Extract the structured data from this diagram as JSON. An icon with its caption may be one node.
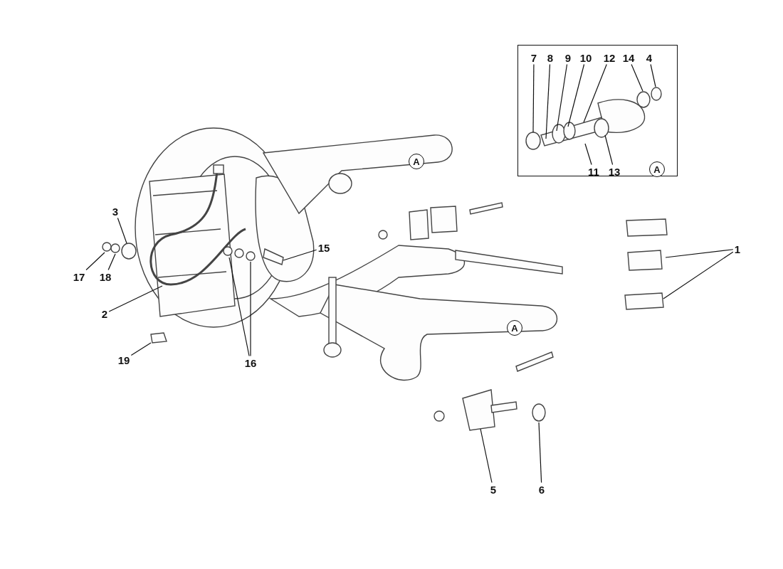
{
  "diagram": {
    "nodes": [
      {
        "text": [],
        "shape": "box"
      },
      {
        "text": [
          "7"
        ],
        "in": 0
      },
      {
        "text": [
          "8"
        ],
        "in": 0
      },
      {
        "text": [
          "9"
        ],
        "in": 0
      },
      {
        "text": [
          "10"
        ],
        "in": 0
      },
      {
        "text": [
          "12"
        ],
        "in": 0
      },
      {
        "text": [
          "14"
        ],
        "in": 0
      },
      {
        "text": [
          "4"
        ],
        "in": 0
      },
      {
        "text": [
          "11"
        ],
        "in": 0
      },
      {
        "text": [
          "13"
        ],
        "in": 0
      },
      {
        "text": [
          "A"
        ],
        "in": 0
      },
      {
        "text": [
          "A"
        ]
      },
      {
        "text": [
          "3"
        ]
      },
      {
        "text": [
          "15"
        ]
      },
      {
        "text": [
          "1"
        ]
      },
      {
        "text": [
          "17"
        ]
      },
      {
        "text": [
          "18"
        ]
      },
      {
        "text": [
          "2"
        ]
      },
      {
        "text": [
          "A"
        ]
      },
      {
        "text": [
          "19"
        ]
      },
      {
        "text": [
          "16"
        ]
      },
      {
        "text": [
          "5"
        ]
      },
      {
        "text": [
          "6"
        ]
      }
    ],
    "edges": [
      {
        "from": 1,
        "to": null,
        "arrow": "none"
      },
      {
        "from": 2,
        "to": null,
        "arrow": "none"
      },
      {
        "from": 3,
        "to": null,
        "arrow": "none"
      },
      {
        "from": 4,
        "to": null,
        "arrow": "none"
      },
      {
        "from": 5,
        "to": null,
        "arrow": "none"
      },
      {
        "from": 6,
        "to": null,
        "arrow": "none"
      },
      {
        "from": 7,
        "to": null,
        "arrow": "none"
      },
      {
        "from": 8,
        "to": null,
        "arrow": "none"
      },
      {
        "from": 9,
        "to": null,
        "arrow": "none"
      },
      {
        "from": 12,
        "to": null,
        "arrow": "none"
      },
      {
        "from": 13,
        "to": null,
        "arrow": "none"
      },
      {
        "from": 14,
        "to": null,
        "arrow": "none"
      },
      {
        "from": 14,
        "to": null,
        "arrow": "none"
      },
      {
        "from": 15,
        "to": null,
        "arrow": "none"
      },
      {
        "from": 16,
        "to": null,
        "arrow": "none"
      },
      {
        "from": 17,
        "to": null,
        "arrow": "none"
      },
      {
        "from": 19,
        "to": null,
        "arrow": "none"
      },
      {
        "from": 20,
        "to": null,
        "arrow": "none"
      },
      {
        "from": 20,
        "to": null,
        "arrow": "none"
      },
      {
        "from": 21,
        "to": null,
        "arrow": "none"
      },
      {
        "from": 22,
        "to": null,
        "arrow": "none"
      }
    ]
  }
}
